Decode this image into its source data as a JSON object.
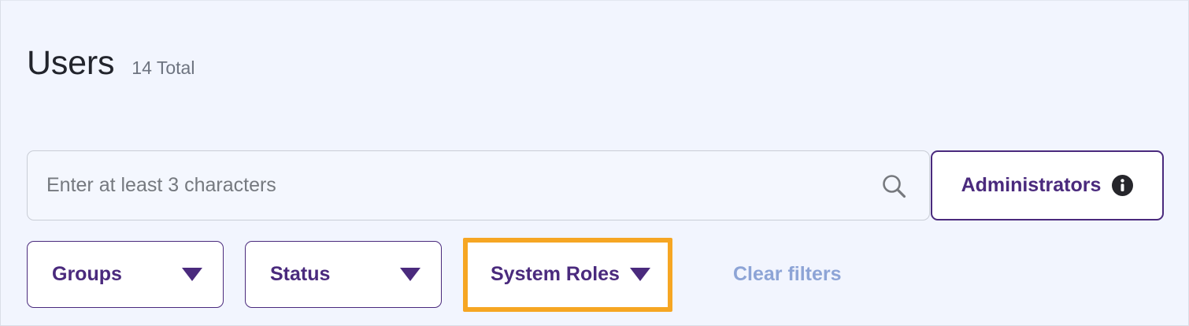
{
  "page": {
    "title": "Users",
    "total_label": "14 Total",
    "background_color": "#f2f5fe",
    "accent_color": "#4a2a7d",
    "highlight_color": "#f6a623"
  },
  "search": {
    "value": "",
    "placeholder": "Enter at least 3 characters",
    "icon": "search-icon"
  },
  "admins_button": {
    "label": "Administrators",
    "icon": "info-icon"
  },
  "filters": [
    {
      "label": "Groups",
      "icon": "chevron-down-icon",
      "highlighted": false
    },
    {
      "label": "Status",
      "icon": "chevron-down-icon",
      "highlighted": false
    },
    {
      "label": "System Roles",
      "icon": "chevron-down-icon",
      "highlighted": true
    }
  ],
  "clear_filters": {
    "label": "Clear filters"
  }
}
